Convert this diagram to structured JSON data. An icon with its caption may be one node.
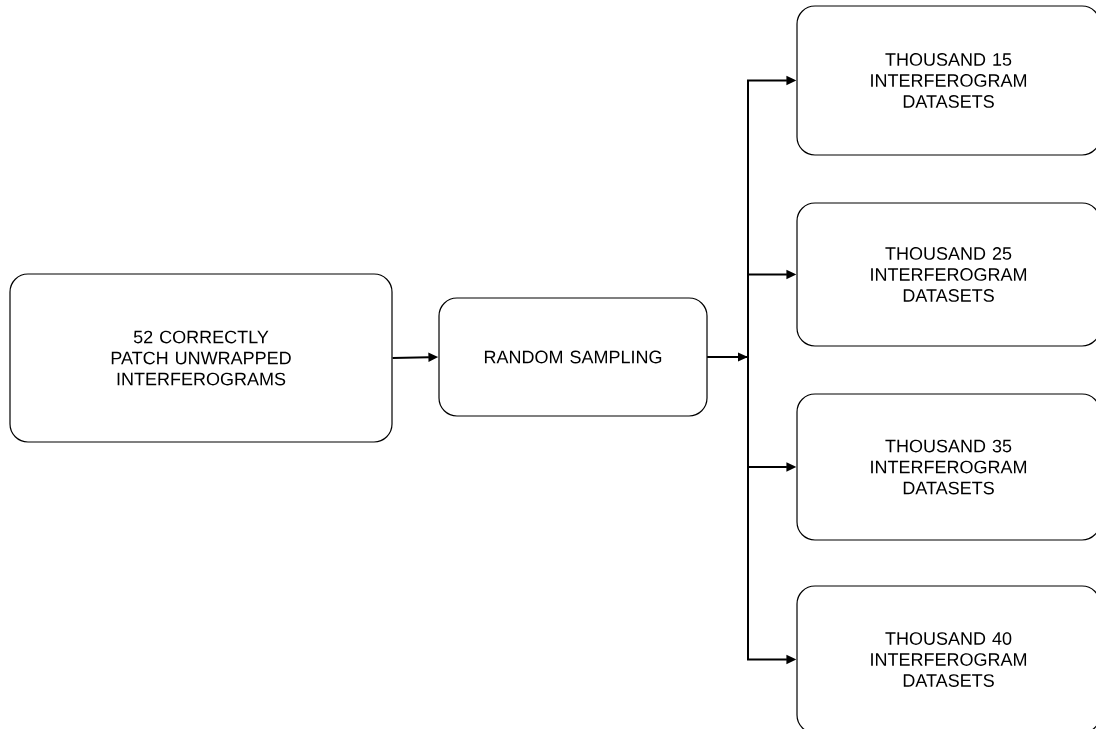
{
  "diagram": {
    "nodes": [
      {
        "text": [
          "52 CORRECTLY PATCH UNWRAPPED INTERFEROGRAMS"
        ]
      },
      {
        "text": [
          "RANDOM SAMPLING"
        ]
      },
      {
        "text": [
          "THOUSAND 15 INTERFEROGRAM DATASETS"
        ]
      },
      {
        "text": [
          "THOUSAND 25 INTERFEROGRAM DATASETS"
        ]
      },
      {
        "text": [
          "THOUSAND 35 INTERFEROGRAM DATASETS"
        ]
      },
      {
        "text": [
          "THOUSAND 40 INTERFEROGRAM DATASETS"
        ]
      }
    ],
    "edges": [
      {
        "from": 0,
        "to": 1,
        "arrow": "to"
      },
      {
        "from": 1,
        "to": 2,
        "arrow": "to"
      },
      {
        "from": 1,
        "to": 3,
        "arrow": "to"
      },
      {
        "from": 1,
        "to": 4,
        "arrow": "to"
      },
      {
        "from": 1,
        "to": 5,
        "arrow": "to"
      }
    ]
  }
}
